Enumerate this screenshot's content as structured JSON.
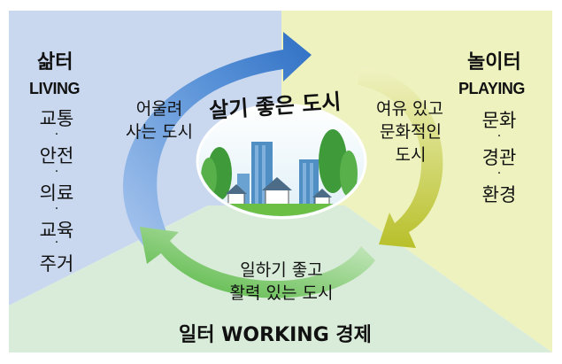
{
  "colors": {
    "living_bg": "#c9d8ef",
    "playing_bg": "#eef2bf",
    "working_bg": "#d9ecd9",
    "arrow_blue": "#3f7fcf",
    "arrow_yellow": "#c7cf3a",
    "arrow_green": "#5fbf3f"
  },
  "living": {
    "title": "삶터",
    "english": "LIVING",
    "items": [
      "교통",
      "안전",
      "의료",
      "교육",
      "주거"
    ],
    "separator": "·"
  },
  "playing": {
    "title": "놀이터",
    "english": "PLAYING",
    "items": [
      "문화",
      "경관",
      "환경"
    ],
    "separator": "·"
  },
  "working": {
    "label": "일터 WORKING 경제"
  },
  "center": {
    "title": "살기 좋은 도시",
    "icon": "city-buildings-houses-trees"
  },
  "phrases": {
    "together": [
      "어울려",
      "사는 도시"
    ],
    "leisure": [
      "여유 있고",
      "문화적인",
      "도시"
    ],
    "work": [
      "일하기 좋고",
      "활력 있는 도시"
    ]
  }
}
